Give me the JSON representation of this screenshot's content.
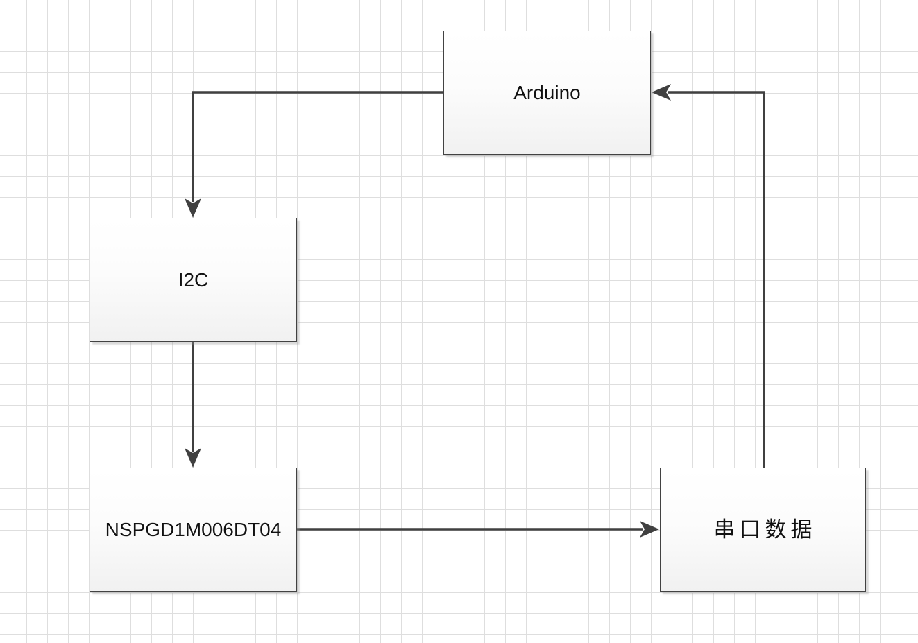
{
  "nodes": [
    {
      "id": "arduino",
      "label": "Arduino"
    },
    {
      "id": "i2c",
      "label": "I2C"
    },
    {
      "id": "nspgd",
      "label": "NSPGD1M006DT04"
    },
    {
      "id": "serial-data",
      "label": "串口数据"
    }
  ],
  "edges": [
    {
      "from": "arduino",
      "to": "i2c",
      "direction": "left-then-down"
    },
    {
      "from": "i2c",
      "to": "nspgd",
      "direction": "down"
    },
    {
      "from": "nspgd",
      "to": "serial-data",
      "direction": "right"
    },
    {
      "from": "serial-data",
      "to": "arduino",
      "direction": "up-then-left"
    }
  ],
  "colors": {
    "background": "#ffffff",
    "grid_line": "#dedede",
    "connector": "#404040",
    "node_border": "#424242",
    "node_fill_top": "#ffffff",
    "node_fill_bottom": "#f1f1f1",
    "text": "#111111"
  }
}
